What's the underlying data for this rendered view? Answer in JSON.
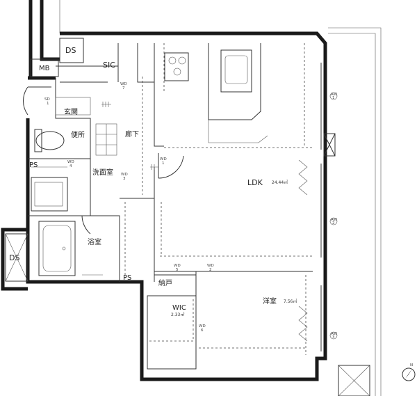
{
  "rooms": {
    "ldk": {
      "name": "LDK",
      "area": "24.44㎡"
    },
    "western": {
      "name": "洋室",
      "area": "7.56㎡"
    },
    "wic": {
      "name": "WIC",
      "area": "2.33㎡"
    },
    "entrance": {
      "name": "玄関"
    },
    "toilet": {
      "name": "便所"
    },
    "washroom": {
      "name": "洗面室"
    },
    "bathroom": {
      "name": "浴室"
    },
    "hallway": {
      "name": "廊下"
    },
    "sic": {
      "name": "SIC"
    },
    "storage": {
      "name": "納戸"
    },
    "ds_top": {
      "name": "DS"
    },
    "ds_left": {
      "name": "DS"
    },
    "mb": {
      "name": "MB"
    },
    "ps_left": {
      "name": "PS"
    },
    "ps_bottom": {
      "name": "PS"
    }
  },
  "doors": [
    {
      "code": "WD",
      "num": "1"
    },
    {
      "code": "WD",
      "num": "2"
    },
    {
      "code": "WD",
      "num": "3"
    },
    {
      "code": "WD",
      "num": "4"
    },
    {
      "code": "WD",
      "num": "5"
    },
    {
      "code": "WD",
      "num": "6"
    },
    {
      "code": "WD",
      "num": "7"
    },
    {
      "code": "SD",
      "num": "1"
    }
  ],
  "windows": [
    {
      "code": "AW",
      "num": "1"
    },
    {
      "code": "AW",
      "num": "2"
    },
    {
      "code": "AW",
      "num": "3"
    }
  ],
  "compass": {
    "label": "N"
  }
}
